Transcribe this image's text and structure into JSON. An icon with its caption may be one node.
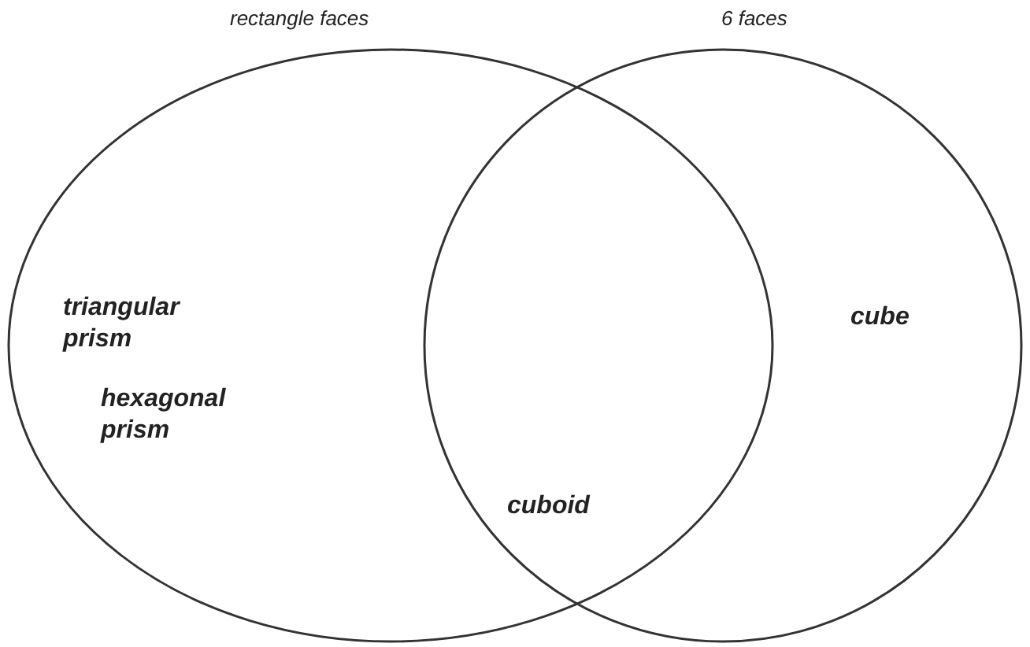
{
  "diagram": {
    "nodes": [
      {
        "text": [
          "rectangle faces",
          "triangular prism",
          "hexagonal prism"
        ]
      },
      {
        "text": [
          "6 faces",
          "cube"
        ]
      }
    ],
    "labels": [
      "cuboid"
    ]
  }
}
